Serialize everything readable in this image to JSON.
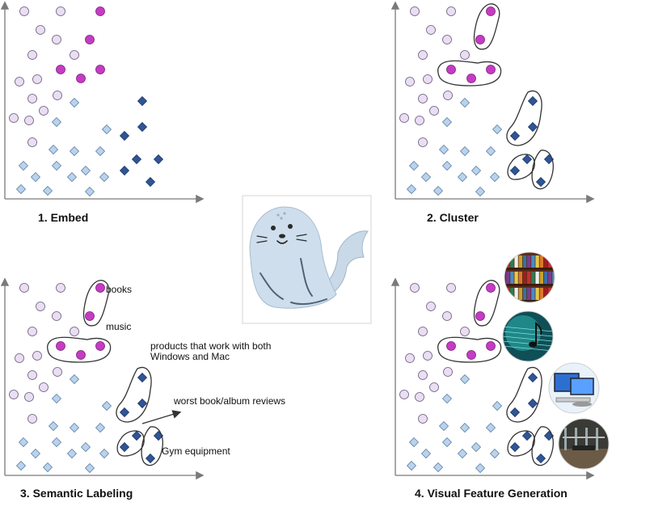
{
  "panels": [
    {
      "id": "embed",
      "title": "1. Embed"
    },
    {
      "id": "cluster",
      "title": "2. Cluster"
    },
    {
      "id": "label",
      "title": "3. Semantic Labeling"
    },
    {
      "id": "visual",
      "title": "4. Visual Feature Generation"
    }
  ],
  "labels": {
    "books": "books",
    "music": "music",
    "products_line1": "products that work with both",
    "products_line2": "Windows and Mac",
    "reviews": "worst book/album reviews",
    "gym": "Gym equipment"
  },
  "feature_images": [
    {
      "name": "bookshelf-image"
    },
    {
      "name": "music-note-image"
    },
    {
      "name": "computer-image"
    },
    {
      "name": "gym-image"
    }
  ],
  "mascot": {
    "icon": "seal-icon"
  },
  "colors": {
    "light_circle": "#e9def2",
    "light_circle_stroke": "#6a5a7a",
    "magenta_circle": "#c53cc4",
    "light_diamond": "#b9d3ec",
    "dark_diamond": "#2f5597",
    "axis": "#7a7a7a",
    "cluster_outline": "#333333"
  }
}
